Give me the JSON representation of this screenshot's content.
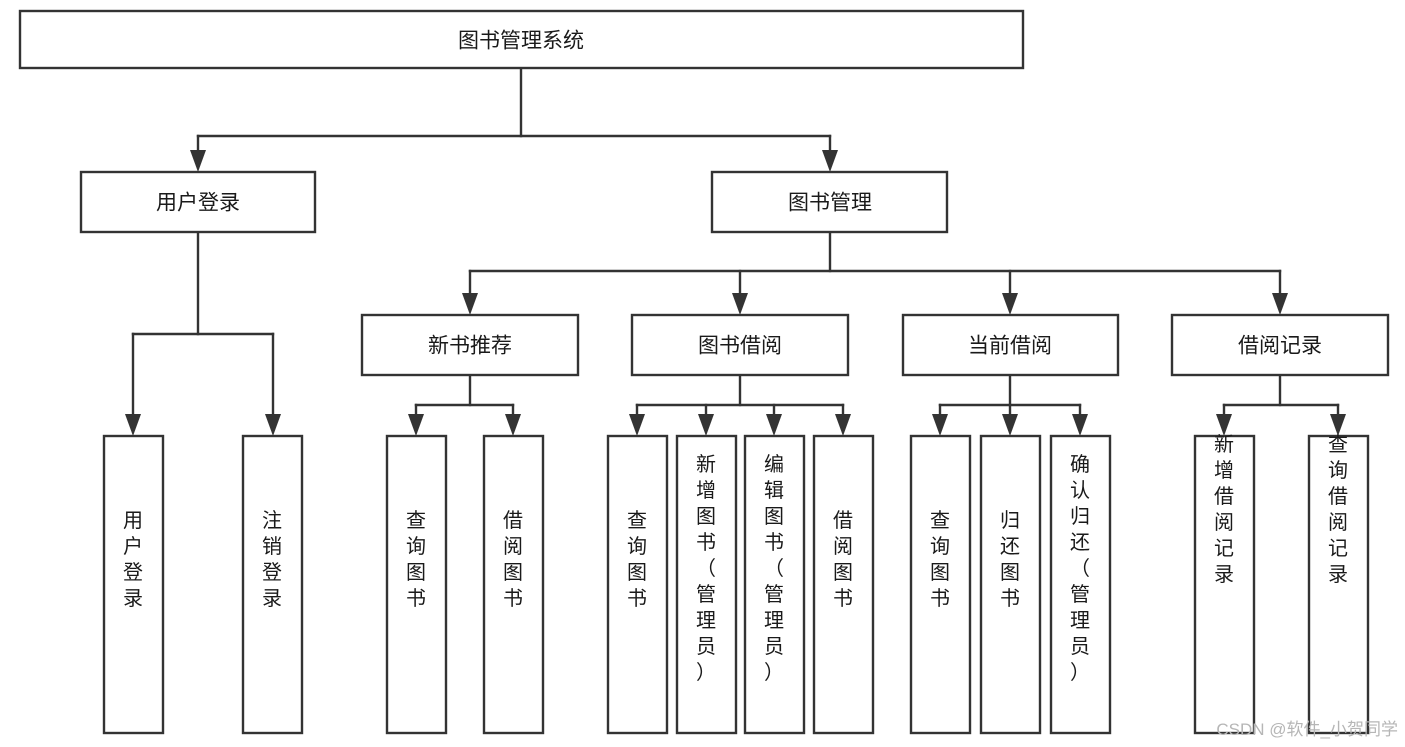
{
  "diagram": {
    "title": "图书管理系统",
    "type": "tree",
    "orientation": "top-down",
    "colors": {
      "box_fill": "#ffffff",
      "box_stroke": "#333333",
      "text": "#1a1a1a",
      "watermark": "#b6b6b6",
      "background": "#ffffff"
    },
    "root": {
      "label": "图书管理系统"
    },
    "level2": [
      {
        "label": "用户登录"
      },
      {
        "label": "图书管理"
      }
    ],
    "level3": [
      {
        "label": "新书推荐"
      },
      {
        "label": "图书借阅"
      },
      {
        "label": "当前借阅"
      },
      {
        "label": "借阅记录"
      }
    ],
    "leaves": {
      "user_login": [
        {
          "label": "用户登录"
        },
        {
          "label": "注销登录"
        }
      ],
      "new_book_recommend": [
        {
          "label": "查询图书"
        },
        {
          "label": "借阅图书"
        }
      ],
      "book_borrow": [
        {
          "label": "查询图书"
        },
        {
          "label": "新增图书（管理员）"
        },
        {
          "label": "编辑图书（管理员）"
        },
        {
          "label": "借阅图书"
        }
      ],
      "current_borrow": [
        {
          "label": "查询图书"
        },
        {
          "label": "归还图书"
        },
        {
          "label": "确认归还（管理员）"
        }
      ],
      "borrow_record": [
        {
          "label": "新增借阅记录"
        },
        {
          "label": "查询借阅记录"
        }
      ]
    },
    "watermark": "CSDN @软件_小贺同学"
  }
}
